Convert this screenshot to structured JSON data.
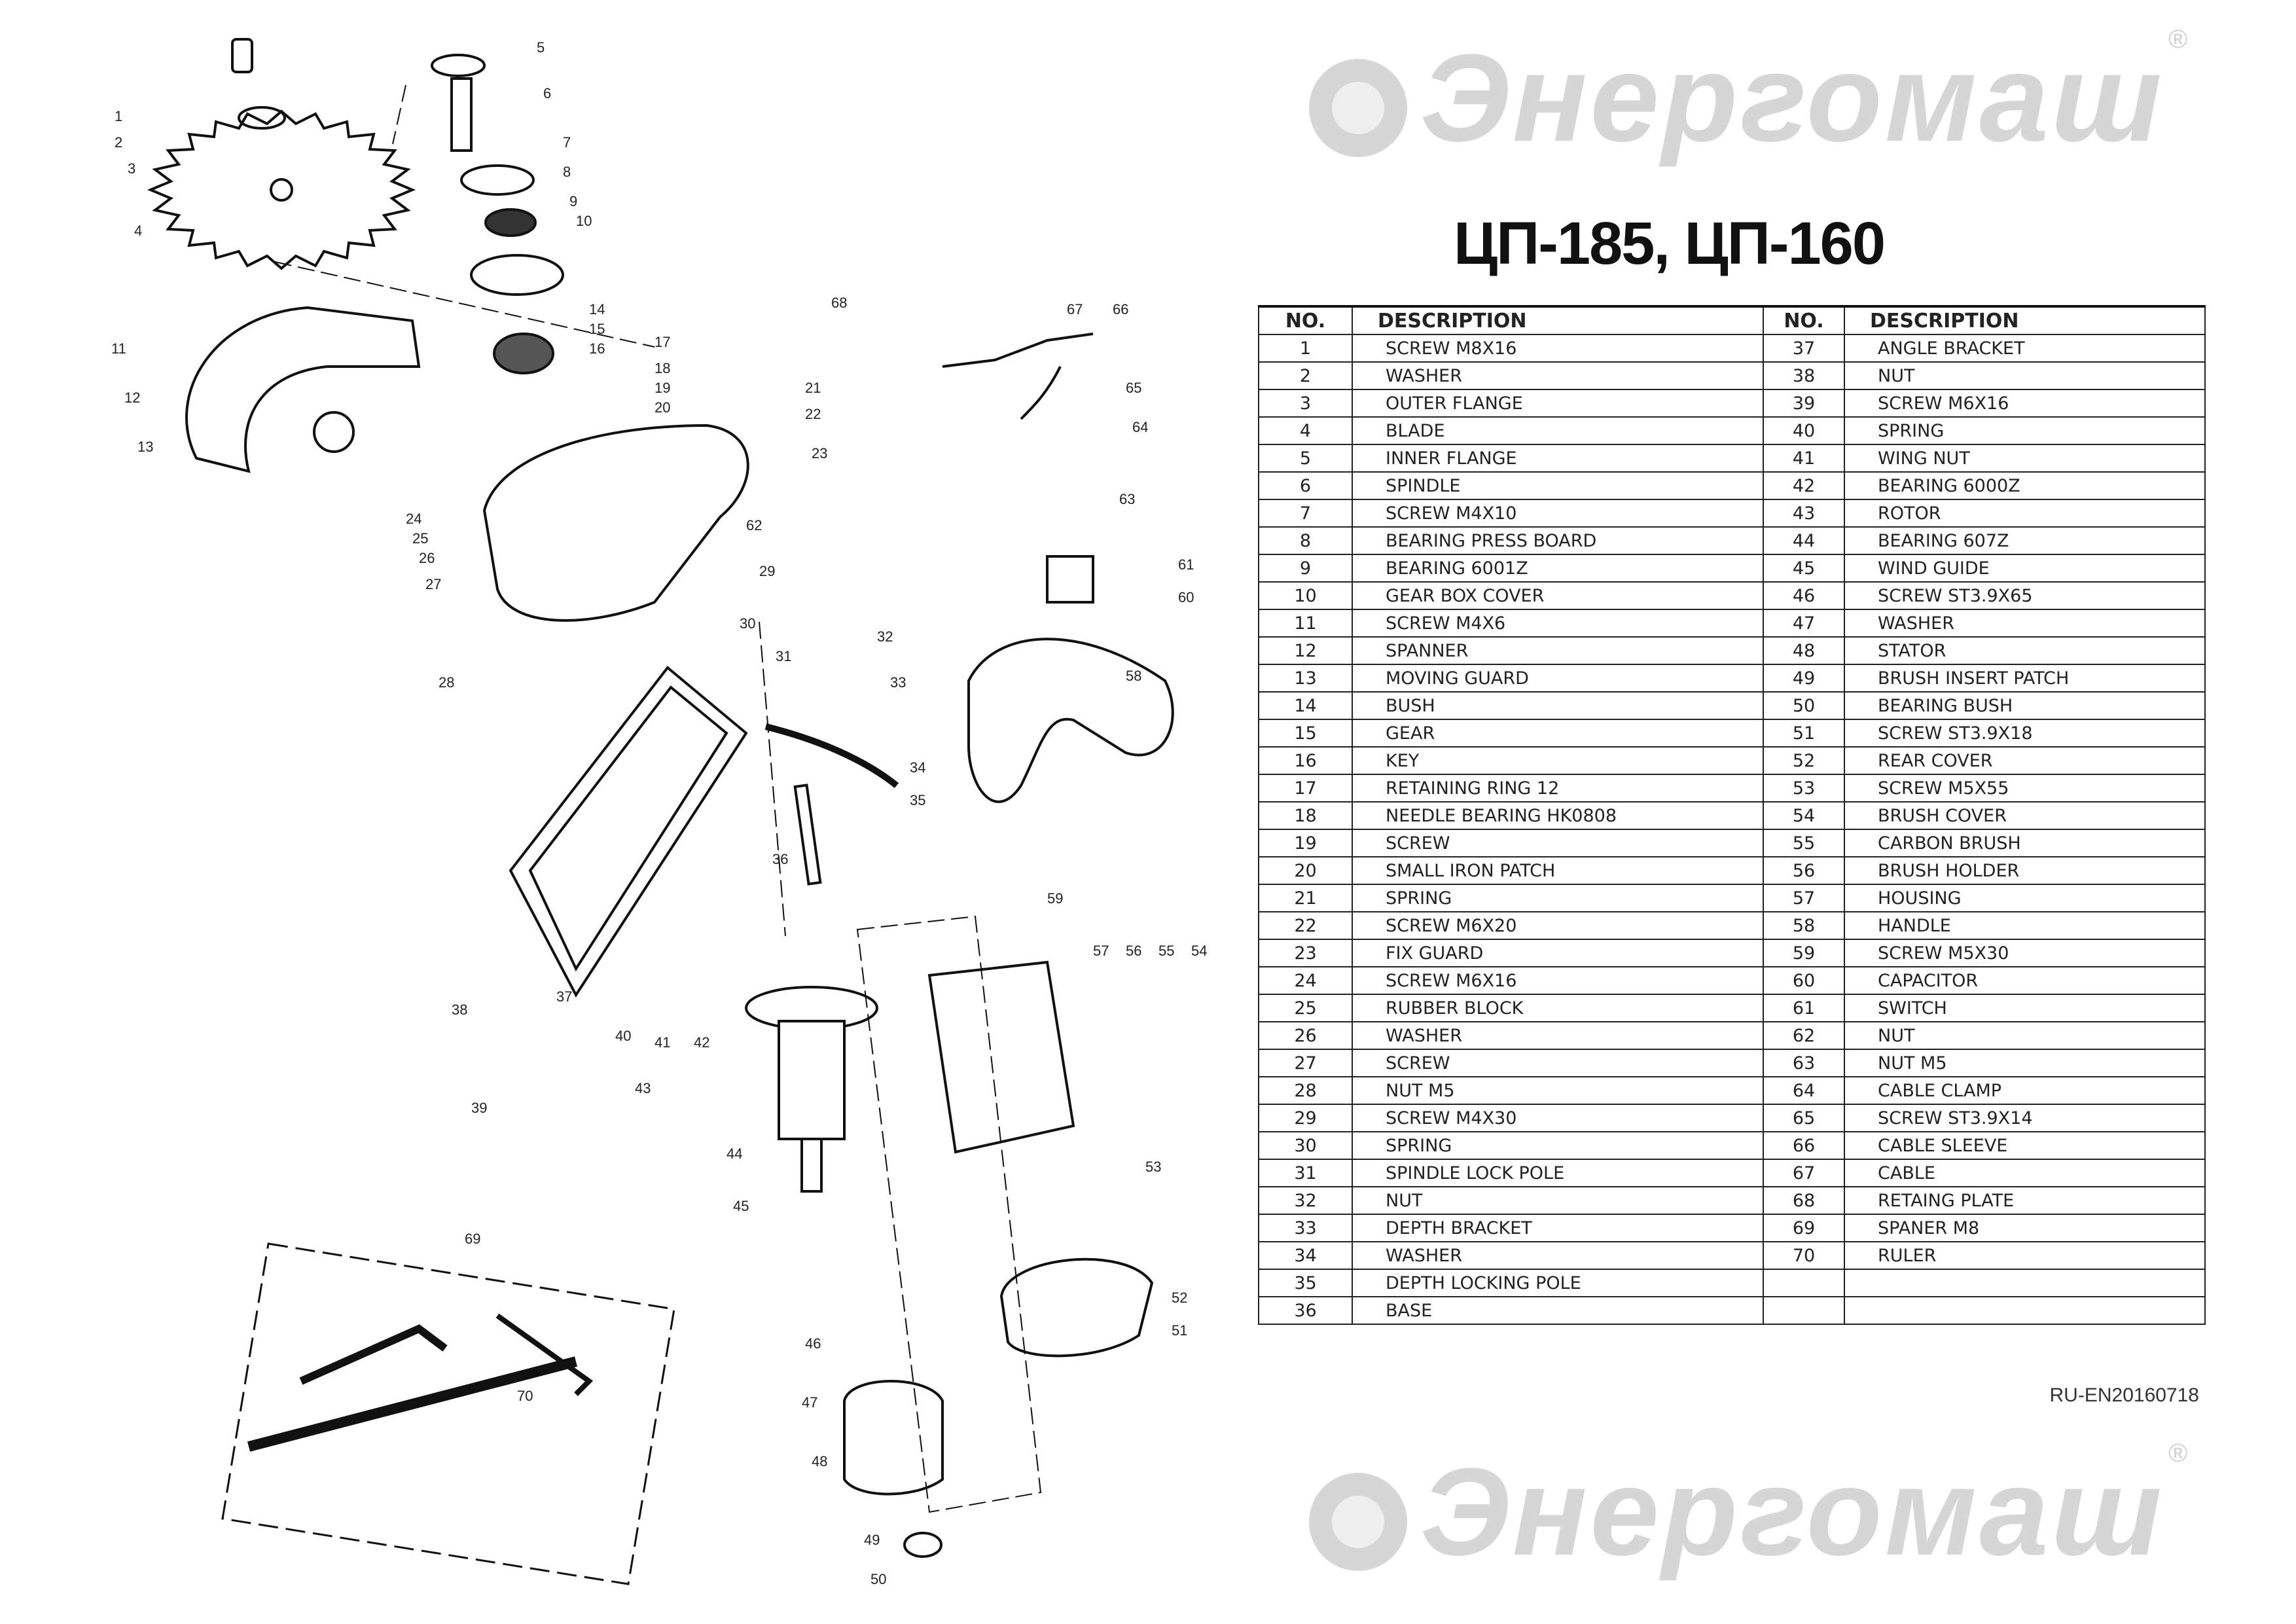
{
  "title": "ЦП-185,  ЦП-160",
  "watermark": {
    "text": "Энергомаш",
    "registered": "®"
  },
  "table": {
    "headers": [
      "NO.",
      "DESCRIPTION",
      "NO.",
      "DESCRIPTION"
    ],
    "left": [
      {
        "no": "1",
        "desc": "SCREW M8X16"
      },
      {
        "no": "2",
        "desc": "WASHER"
      },
      {
        "no": "3",
        "desc": "OUTER FLANGE"
      },
      {
        "no": "4",
        "desc": "BLADE"
      },
      {
        "no": "5",
        "desc": "INNER FLANGE"
      },
      {
        "no": "6",
        "desc": "SPINDLE"
      },
      {
        "no": "7",
        "desc": "SCREW M4X10"
      },
      {
        "no": "8",
        "desc": "BEARING PRESS BOARD"
      },
      {
        "no": "9",
        "desc": "BEARING 6001Z"
      },
      {
        "no": "10",
        "desc": "GEAR BOX COVER"
      },
      {
        "no": "11",
        "desc": "SCREW M4X6"
      },
      {
        "no": "12",
        "desc": "SPANNER"
      },
      {
        "no": "13",
        "desc": "MOVING GUARD"
      },
      {
        "no": "14",
        "desc": "BUSH"
      },
      {
        "no": "15",
        "desc": "GEAR"
      },
      {
        "no": "16",
        "desc": "KEY"
      },
      {
        "no": "17",
        "desc": "RETAINING RING 12"
      },
      {
        "no": "18",
        "desc": "NEEDLE BEARING HK0808"
      },
      {
        "no": "19",
        "desc": "SCREW"
      },
      {
        "no": "20",
        "desc": "SMALL IRON PATCH"
      },
      {
        "no": "21",
        "desc": "SPRING"
      },
      {
        "no": "22",
        "desc": "SCREW M6X20"
      },
      {
        "no": "23",
        "desc": "FIX GUARD"
      },
      {
        "no": "24",
        "desc": "SCREW M6X16"
      },
      {
        "no": "25",
        "desc": "RUBBER BLOCK"
      },
      {
        "no": "26",
        "desc": "WASHER"
      },
      {
        "no": "27",
        "desc": "SCREW"
      },
      {
        "no": "28",
        "desc": "NUT M5"
      },
      {
        "no": "29",
        "desc": "SCREW M4X30"
      },
      {
        "no": "30",
        "desc": "SPRING"
      },
      {
        "no": "31",
        "desc": "SPINDLE LOCK POLE"
      },
      {
        "no": "32",
        "desc": "NUT"
      },
      {
        "no": "33",
        "desc": "DEPTH BRACKET"
      },
      {
        "no": "34",
        "desc": "WASHER"
      },
      {
        "no": "35",
        "desc": "DEPTH LOCKING POLE"
      },
      {
        "no": "36",
        "desc": "BASE"
      }
    ],
    "right": [
      {
        "no": "37",
        "desc": "ANGLE BRACKET"
      },
      {
        "no": "38",
        "desc": "NUT"
      },
      {
        "no": "39",
        "desc": "SCREW M6X16"
      },
      {
        "no": "40",
        "desc": "SPRING"
      },
      {
        "no": "41",
        "desc": "WING NUT"
      },
      {
        "no": "42",
        "desc": "BEARING 6000Z"
      },
      {
        "no": "43",
        "desc": "ROTOR"
      },
      {
        "no": "44",
        "desc": "BEARING 607Z"
      },
      {
        "no": "45",
        "desc": "WIND GUIDE"
      },
      {
        "no": "46",
        "desc": "SCREW ST3.9X65"
      },
      {
        "no": "47",
        "desc": "WASHER"
      },
      {
        "no": "48",
        "desc": "STATOR"
      },
      {
        "no": "49",
        "desc": "BRUSH INSERT PATCH"
      },
      {
        "no": "50",
        "desc": "BEARING BUSH"
      },
      {
        "no": "51",
        "desc": "SCREW ST3.9X18"
      },
      {
        "no": "52",
        "desc": "REAR COVER"
      },
      {
        "no": "53",
        "desc": "SCREW M5X55"
      },
      {
        "no": "54",
        "desc": "BRUSH COVER"
      },
      {
        "no": "55",
        "desc": "CARBON BRUSH"
      },
      {
        "no": "56",
        "desc": "BRUSH HOLDER"
      },
      {
        "no": "57",
        "desc": "HOUSING"
      },
      {
        "no": "58",
        "desc": "HANDLE"
      },
      {
        "no": "59",
        "desc": "SCREW M5X30"
      },
      {
        "no": "60",
        "desc": "CAPACITOR"
      },
      {
        "no": "61",
        "desc": "SWITCH"
      },
      {
        "no": "62",
        "desc": "NUT"
      },
      {
        "no": "63",
        "desc": "NUT M5"
      },
      {
        "no": "64",
        "desc": "CABLE CLAMP"
      },
      {
        "no": "65",
        "desc": "SCREW ST3.9X14"
      },
      {
        "no": "66",
        "desc": "CABLE SLEEVE"
      },
      {
        "no": "67",
        "desc": "CABLE"
      },
      {
        "no": "68",
        "desc": "RETAING PLATE"
      },
      {
        "no": "69",
        "desc": "SPANER M8"
      },
      {
        "no": "70",
        "desc": "RULER"
      },
      {
        "no": "",
        "desc": ""
      },
      {
        "no": "",
        "desc": ""
      }
    ]
  },
  "doc_code": "RU-EN20160718",
  "diagram": {
    "callouts": [
      "1",
      "2",
      "3",
      "4",
      "5",
      "6",
      "7",
      "8",
      "9",
      "10",
      "11",
      "12",
      "13",
      "14",
      "15",
      "16",
      "17",
      "18",
      "19",
      "20",
      "21",
      "22",
      "23",
      "24",
      "25",
      "26",
      "27",
      "28",
      "29",
      "30",
      "31",
      "32",
      "33",
      "34",
      "35",
      "36",
      "37",
      "38",
      "39",
      "40",
      "41",
      "42",
      "43",
      "44",
      "45",
      "46",
      "47",
      "48",
      "49",
      "50",
      "51",
      "52",
      "53",
      "54",
      "55",
      "56",
      "57",
      "58",
      "59",
      "60",
      "61",
      "62",
      "63",
      "64",
      "65",
      "66",
      "67",
      "68",
      "69",
      "70"
    ]
  }
}
